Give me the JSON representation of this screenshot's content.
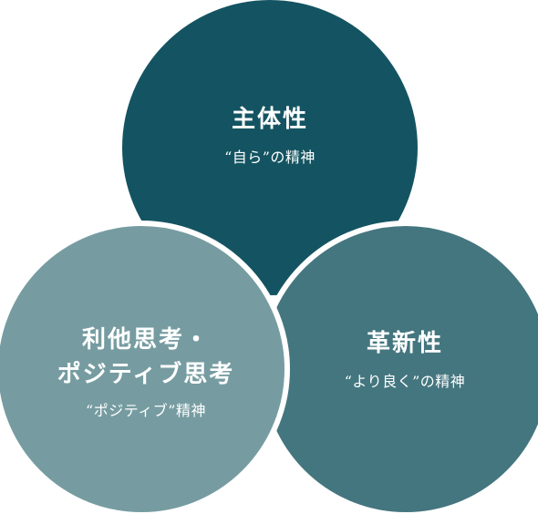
{
  "colors": {
    "top_circle": "#145462",
    "right_circle": "#44767f",
    "left_circle": "#769ca1",
    "separator": "#ffffff",
    "text": "#ffffff"
  },
  "top": {
    "title": "主体性",
    "subtitle": "“自ら”の精神"
  },
  "right": {
    "title": "革新性",
    "subtitle": "“より良く”の精神"
  },
  "left": {
    "title_line1": "利他思考・",
    "title_line2": "ポジティブ思考",
    "subtitle": "“ポジティブ”精神"
  }
}
